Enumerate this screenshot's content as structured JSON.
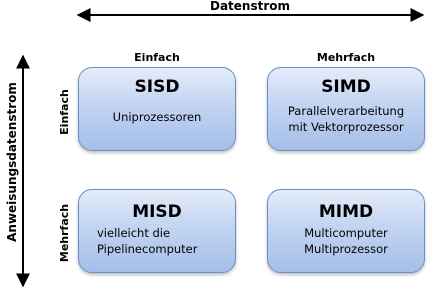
{
  "axes": {
    "horizontal_title": "Datenstrom",
    "vertical_title": "Anweisungsdatenstrom"
  },
  "columns": {
    "single": "Einfach",
    "multiple": "Mehrfach"
  },
  "rows": {
    "single": "Einfach",
    "multiple": "Mehrfach"
  },
  "cells": {
    "sisd": {
      "title": "SISD",
      "lines": [
        "Uniprozessoren"
      ]
    },
    "simd": {
      "title": "SIMD",
      "lines": [
        "Parallelverarbeitung",
        "mit Vektorprozessor"
      ]
    },
    "misd": {
      "title": "MISD",
      "lines": [
        "vielleicht die",
        "Pipelinecomputer"
      ]
    },
    "mimd": {
      "title": "MIMD",
      "lines": [
        "Multicomputer",
        "Multiprozessor"
      ]
    }
  },
  "colors": {
    "box_top": "#e4ecf9",
    "box_bottom": "#a5bfe9",
    "box_border": "#6a8fc8",
    "arrow": "#000000"
  }
}
